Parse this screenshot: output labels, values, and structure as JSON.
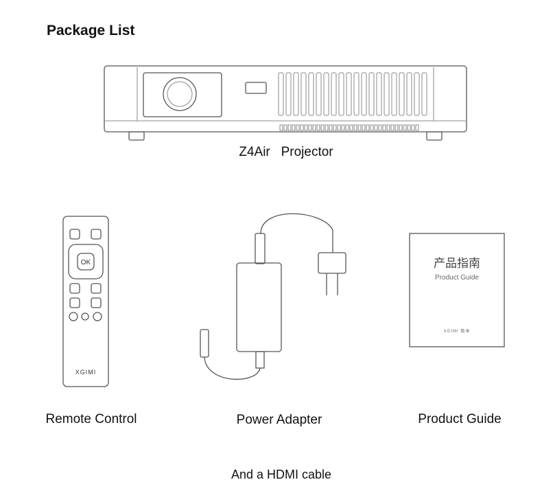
{
  "title": "Package List",
  "items": [
    {
      "label": "Z4Air   Projector"
    },
    {
      "label": "Remote Control"
    },
    {
      "label": "Power Adapter"
    },
    {
      "label": "Product Guide"
    }
  ],
  "remote": {
    "ok_label": "OK",
    "brand": "XGIMI"
  },
  "guide": {
    "title_cn": "产品指南",
    "title_en": "Product Guide",
    "brand": "XGIMI 极米"
  },
  "footer": "And a HDMI cable"
}
